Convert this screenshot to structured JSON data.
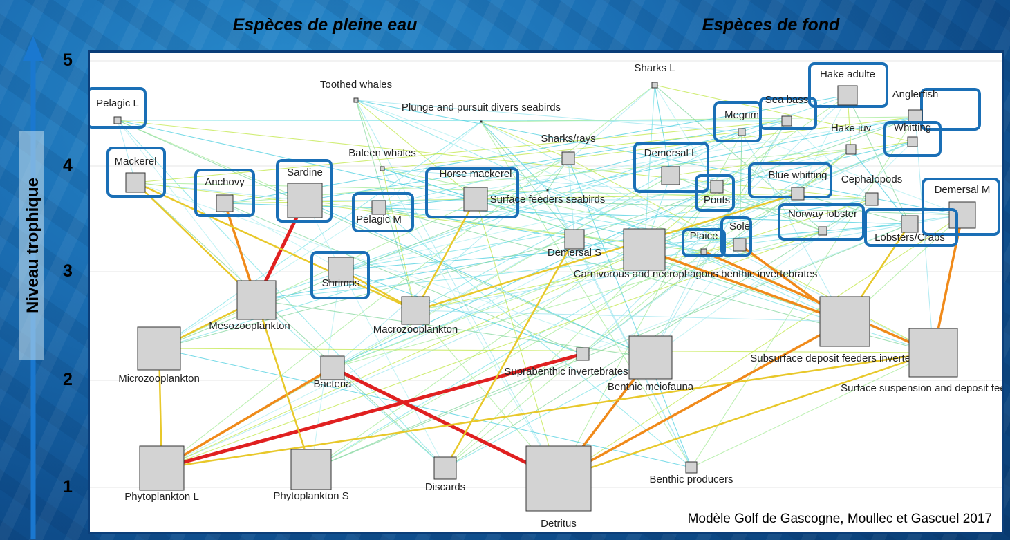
{
  "header": {
    "left": "Espèces de pleine eau",
    "right": "Espèces de fond"
  },
  "axis": {
    "title": "Niveau trophique",
    "levels": [
      "5",
      "4",
      "3",
      "2",
      "1"
    ]
  },
  "credit": "Modèle Golf de Gascogne, Moullec et Gascuel 2017",
  "colors": {
    "panel_border": "#0b3e79",
    "highlight": "#1a6fb6",
    "node_fill": "#d3d3d3",
    "arrow": "#1a78d0"
  },
  "nodes": [
    {
      "id": "pelagic_l",
      "label": "Pelagic L",
      "highlight": true
    },
    {
      "id": "toothed_whales",
      "label": "Toothed whales",
      "highlight": false
    },
    {
      "id": "plunge",
      "label": "Plunge and pursuit divers seabirds",
      "highlight": false
    },
    {
      "id": "sharks_l",
      "label": "Sharks L",
      "highlight": false
    },
    {
      "id": "hake_adulte",
      "label": "Hake adulte",
      "highlight": true
    },
    {
      "id": "sea_bass",
      "label": "Sea bass",
      "highlight": true
    },
    {
      "id": "megrim",
      "label": "Megrim",
      "highlight": true
    },
    {
      "id": "anglerfish",
      "label": "Anglerfish",
      "highlight": true
    },
    {
      "id": "whitting",
      "label": "Whitting",
      "highlight": true
    },
    {
      "id": "hake_juv",
      "label": "Hake juv",
      "highlight": false
    },
    {
      "id": "mackerel",
      "label": "Mackerel",
      "highlight": true
    },
    {
      "id": "baleen",
      "label": "Baleen whales",
      "highlight": false
    },
    {
      "id": "sharks_rays",
      "label": "Sharks/rays",
      "highlight": false
    },
    {
      "id": "demersal_l",
      "label": "Demersal L",
      "highlight": true
    },
    {
      "id": "anchovy",
      "label": "Anchovy",
      "highlight": true
    },
    {
      "id": "sardine",
      "label": "Sardine",
      "highlight": true
    },
    {
      "id": "horse_mackerel",
      "label": "Horse mackerel",
      "highlight": true
    },
    {
      "id": "surface_feeders",
      "label": "Surface feeders seabirds",
      "highlight": false
    },
    {
      "id": "pouts",
      "label": "Pouts",
      "highlight": true
    },
    {
      "id": "blue_whitting",
      "label": "Blue whitting",
      "highlight": true
    },
    {
      "id": "cephalopods",
      "label": "Cephalopods",
      "highlight": false
    },
    {
      "id": "demersal_m",
      "label": "Demersal M",
      "highlight": true
    },
    {
      "id": "pelagic_m",
      "label": "Pelagic M",
      "highlight": true
    },
    {
      "id": "norway_lobster",
      "label": "Norway lobster",
      "highlight": true
    },
    {
      "id": "lobsters_crabs",
      "label": "Lobsters/Crabs",
      "highlight": true
    },
    {
      "id": "plaice",
      "label": "Plaice",
      "highlight": true
    },
    {
      "id": "sole",
      "label": "Sole",
      "highlight": true
    },
    {
      "id": "demersal_s",
      "label": "Demersal S",
      "highlight": false
    },
    {
      "id": "carnivorous",
      "label": "Carnivorous and necrophagous benthic invertebrates",
      "highlight": false
    },
    {
      "id": "shrimps",
      "label": "Shrimps",
      "highlight": true
    },
    {
      "id": "mesozoo",
      "label": "Mesozooplankton",
      "highlight": false
    },
    {
      "id": "macrozoo",
      "label": "Macrozooplankton",
      "highlight": false
    },
    {
      "id": "microzoo",
      "label": "Microzooplankton",
      "highlight": false
    },
    {
      "id": "bacteria",
      "label": "Bacteria",
      "highlight": false
    },
    {
      "id": "suprabenthic",
      "label": "Suprabenthic invertebrates",
      "highlight": false
    },
    {
      "id": "benthic_meio",
      "label": "Benthic meiofauna",
      "highlight": false
    },
    {
      "id": "subsurface",
      "label": "Subsurface deposit feeders invertebrates",
      "highlight": false
    },
    {
      "id": "surface_susp",
      "label": "Surface suspension and deposit feeders",
      "highlight": false
    },
    {
      "id": "phyto_l",
      "label": "Phytoplankton L",
      "highlight": false
    },
    {
      "id": "phyto_s",
      "label": "Phytoplankton S",
      "highlight": false
    },
    {
      "id": "discards",
      "label": "Discards",
      "highlight": false
    },
    {
      "id": "detritus",
      "label": "Detritus",
      "highlight": false
    },
    {
      "id": "benthic_producers",
      "label": "Benthic producers",
      "highlight": false
    }
  ],
  "links": [
    {
      "from": "sardine",
      "to": "mesozoo",
      "strength": "strong"
    },
    {
      "from": "mesozoo",
      "to": "anchovy",
      "strength": "medium"
    },
    {
      "from": "phyto_l",
      "to": "suprabenthic",
      "strength": "strong"
    },
    {
      "from": "bacteria",
      "to": "detritus",
      "strength": "strong"
    },
    {
      "from": "phyto_l",
      "to": "bacteria",
      "strength": "medium"
    },
    {
      "from": "detritus",
      "to": "benthic_meio",
      "strength": "medium"
    },
    {
      "from": "detritus",
      "to": "subsurface",
      "strength": "medium"
    },
    {
      "from": "phyto_l",
      "to": "surface_susp",
      "strength": "weak"
    },
    {
      "from": "carnivorous",
      "to": "subsurface",
      "strength": "medium"
    },
    {
      "from": "plaice",
      "to": "surface_susp",
      "strength": "medium"
    },
    {
      "from": "sole",
      "to": "subsurface",
      "strength": "medium"
    },
    {
      "from": "mesozoo",
      "to": "microzoo",
      "strength": "weak"
    },
    {
      "from": "mackerel",
      "to": "mesozoo",
      "strength": "weak"
    },
    {
      "from": "mackerel",
      "to": "macrozoo",
      "strength": "weak"
    },
    {
      "from": "shrimps",
      "to": "macrozoo",
      "strength": "weak"
    },
    {
      "from": "horse_mackerel",
      "to": "macrozoo",
      "strength": "weak"
    },
    {
      "from": "demersal_m",
      "to": "surface_susp",
      "strength": "medium"
    },
    {
      "from": "lobsters_crabs",
      "to": "subsurface",
      "strength": "weak"
    },
    {
      "from": "blue_whitting",
      "to": "macrozoo",
      "strength": "weak"
    },
    {
      "from": "phyto_l",
      "to": "microzoo",
      "strength": "weak"
    },
    {
      "from": "phyto_s",
      "to": "mesozoo",
      "strength": "weak"
    },
    {
      "from": "discards",
      "to": "demersal_s",
      "strength": "weak"
    },
    {
      "from": "surface_susp",
      "to": "detritus",
      "strength": "weak"
    }
  ]
}
